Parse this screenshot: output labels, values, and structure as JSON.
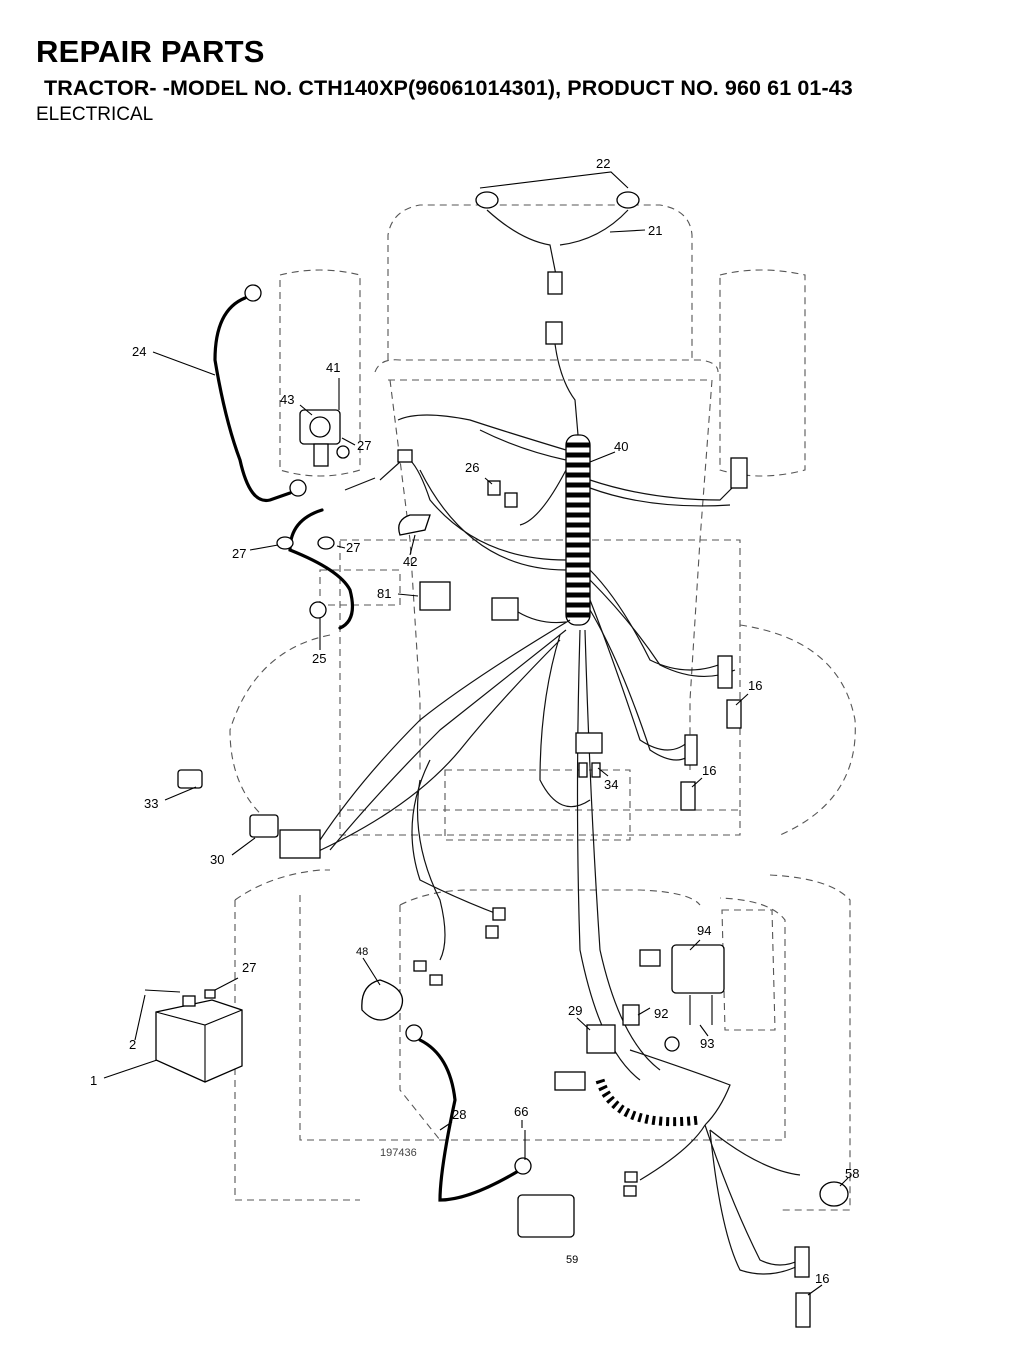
{
  "header": {
    "title": "REPAIR PARTS",
    "subtitle": "TRACTOR- -MODEL NO. CTH140XP(96061014301), PRODUCT NO. 960 61 01-43",
    "section": "ELECTRICAL"
  },
  "diagram": {
    "drawing_number": "197436",
    "callouts": {
      "c1": "1",
      "c2": "2",
      "c16a": "16",
      "c16b": "16",
      "c16c": "16",
      "c21": "21",
      "c22": "22",
      "c24": "24",
      "c25": "25",
      "c26": "26",
      "c27a": "27",
      "c27b": "27",
      "c27c": "27",
      "c27d": "27",
      "c28": "28",
      "c29": "29",
      "c30": "30",
      "c33": "33",
      "c34": "34",
      "c40": "40",
      "c41": "41",
      "c42": "42",
      "c43": "43",
      "c48": "48",
      "c58": "58",
      "c59": "59",
      "c66": "66",
      "c81": "81",
      "c92": "92",
      "c93": "93",
      "c94": "94"
    }
  }
}
